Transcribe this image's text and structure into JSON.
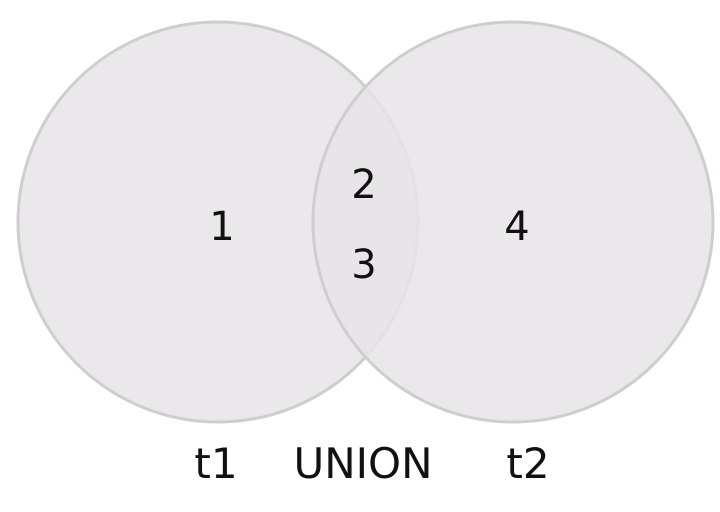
{
  "colors": {
    "circle_fill": "#e6e4e6",
    "circle_stroke": "#cfcdcf",
    "text": "#111111"
  },
  "diagram": {
    "type": "venn",
    "sets": {
      "left_label": "t1",
      "right_label": "t2",
      "operation_label": "UNION"
    },
    "regions": {
      "left_only": [
        "1"
      ],
      "intersection": [
        "2",
        "3"
      ],
      "right_only": [
        "4"
      ]
    }
  }
}
